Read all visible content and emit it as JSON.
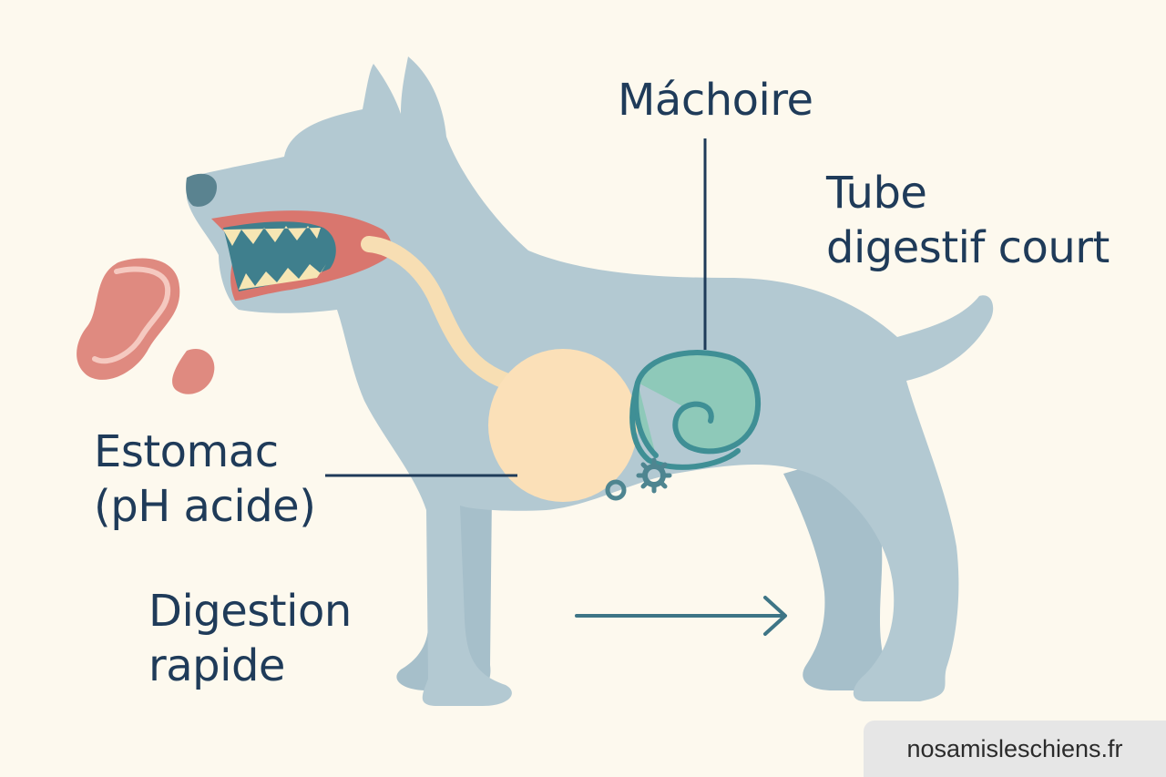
{
  "labels": {
    "jaw": "Máchoire",
    "tube": [
      "Tube",
      "digestif court"
    ],
    "stomach": [
      "Estomac",
      "(pH acide)"
    ],
    "digestion": [
      "Digestion",
      "rapide"
    ]
  },
  "watermark": "nosamisleschiens.fr",
  "colors": {
    "background": "#fdf9ee",
    "body": "#b3c9d2",
    "body_shadow": "#9fb9c4",
    "mouth": "#d9766e",
    "teeth": "#f6e6b4",
    "esophagus": "#f7deb3",
    "stomach": "#fbe0b8",
    "intestine": "#8ec9b9",
    "intestine_outline": "#3f8f95",
    "meat": "#df8a80",
    "leader_lines": "#1f3b59",
    "arrow": "#3e7586",
    "text": "#1f3b59"
  },
  "icons": [
    "dog-silhouette",
    "meat-icon",
    "gear-icon",
    "arrow-right-icon"
  ]
}
